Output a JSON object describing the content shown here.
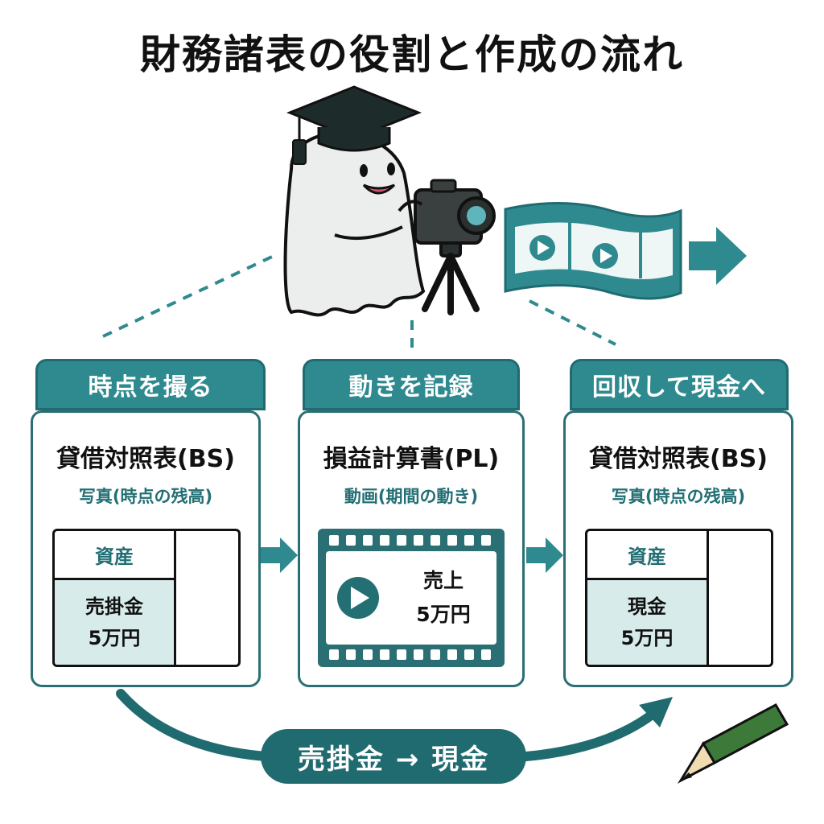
{
  "title": "財務諸表の役割と作成の流れ",
  "colors": {
    "teal": "#2f8a8f",
    "teal_dark": "#1f6b70",
    "cell_fill": "#d7ebea",
    "pencil": "#3d7a3a"
  },
  "steps": [
    {
      "tab": "時点を撮る",
      "title": "貸借対照表(BS)",
      "subtitle": "写真(時点の残高)",
      "asset_label": "資産",
      "value_line1": "売掛金",
      "value_line2": "5万円"
    },
    {
      "tab": "動きを記録",
      "title": "損益計算書(PL)",
      "subtitle": "動画(期間の動き)",
      "value_line1": "売上",
      "value_line2": "5万円"
    },
    {
      "tab": "回収して現金へ",
      "title": "貸借対照表(BS)",
      "subtitle": "写真(時点の残高)",
      "asset_label": "資産",
      "value_line1": "現金",
      "value_line2": "5万円"
    }
  ],
  "flow_label": "売掛金 → 現金",
  "icons": [
    "graduation-cap-icon",
    "ghost-mascot",
    "video-camera-icon",
    "tripod-icon",
    "film-strip-icon",
    "play-icon",
    "arrow-right-icon",
    "pencil-icon"
  ]
}
